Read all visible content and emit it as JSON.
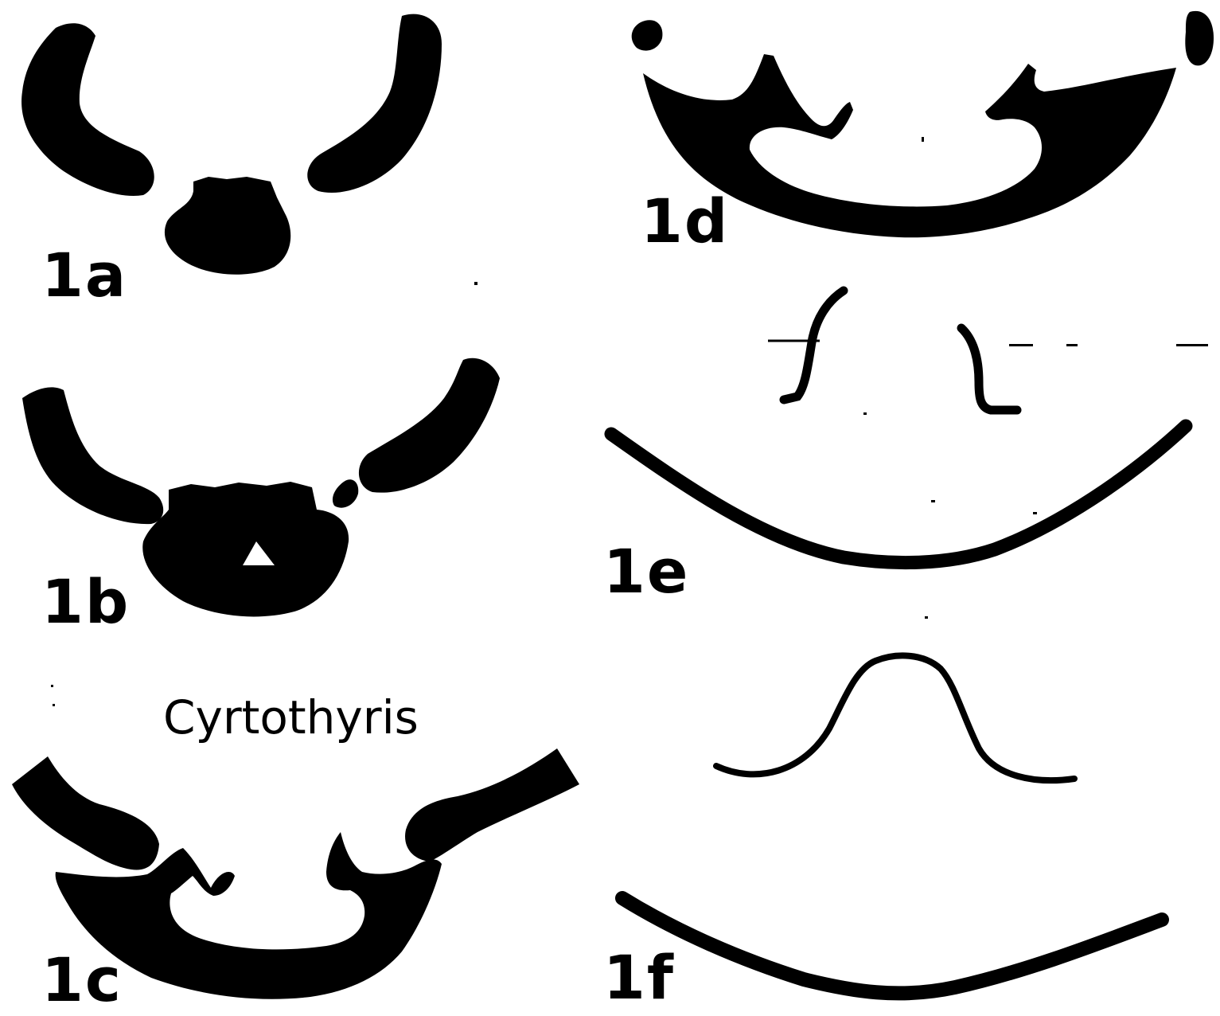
{
  "plate": {
    "genus": "Cyrtothyris",
    "figures": [
      {
        "id": "1a",
        "label": "1a"
      },
      {
        "id": "1b",
        "label": "1b"
      },
      {
        "id": "1c",
        "label": "1c"
      },
      {
        "id": "1d",
        "label": "1d"
      },
      {
        "id": "1e",
        "label": "1e"
      },
      {
        "id": "1f",
        "label": "1f"
      }
    ]
  },
  "colors": {
    "ink": "#000000",
    "paper": "#ffffff"
  }
}
